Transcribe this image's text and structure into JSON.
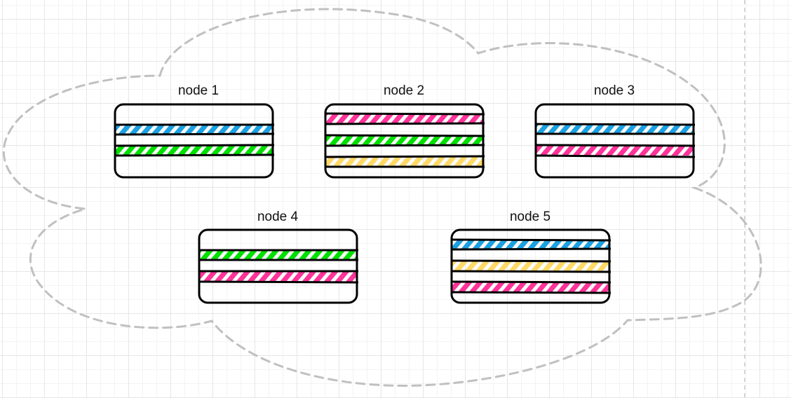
{
  "diagram": {
    "nodes": [
      {
        "id": "node-1",
        "label": "node 1",
        "stripes": [
          "blue",
          "green"
        ]
      },
      {
        "id": "node-2",
        "label": "node 2",
        "stripes": [
          "pink",
          "green",
          "yellow"
        ]
      },
      {
        "id": "node-3",
        "label": "node 3",
        "stripes": [
          "blue",
          "pink"
        ]
      },
      {
        "id": "node-4",
        "label": "node 4",
        "stripes": [
          "green",
          "pink"
        ]
      },
      {
        "id": "node-5",
        "label": "node 5",
        "stripes": [
          "blue",
          "yellow",
          "pink"
        ]
      }
    ],
    "stripe_colors": {
      "blue": "#1ba1e2",
      "green": "#00e000",
      "pink": "#ff3399",
      "yellow": "#ffd966"
    },
    "outline_color": "#000000",
    "cloud_color": "#c0c0c0"
  }
}
